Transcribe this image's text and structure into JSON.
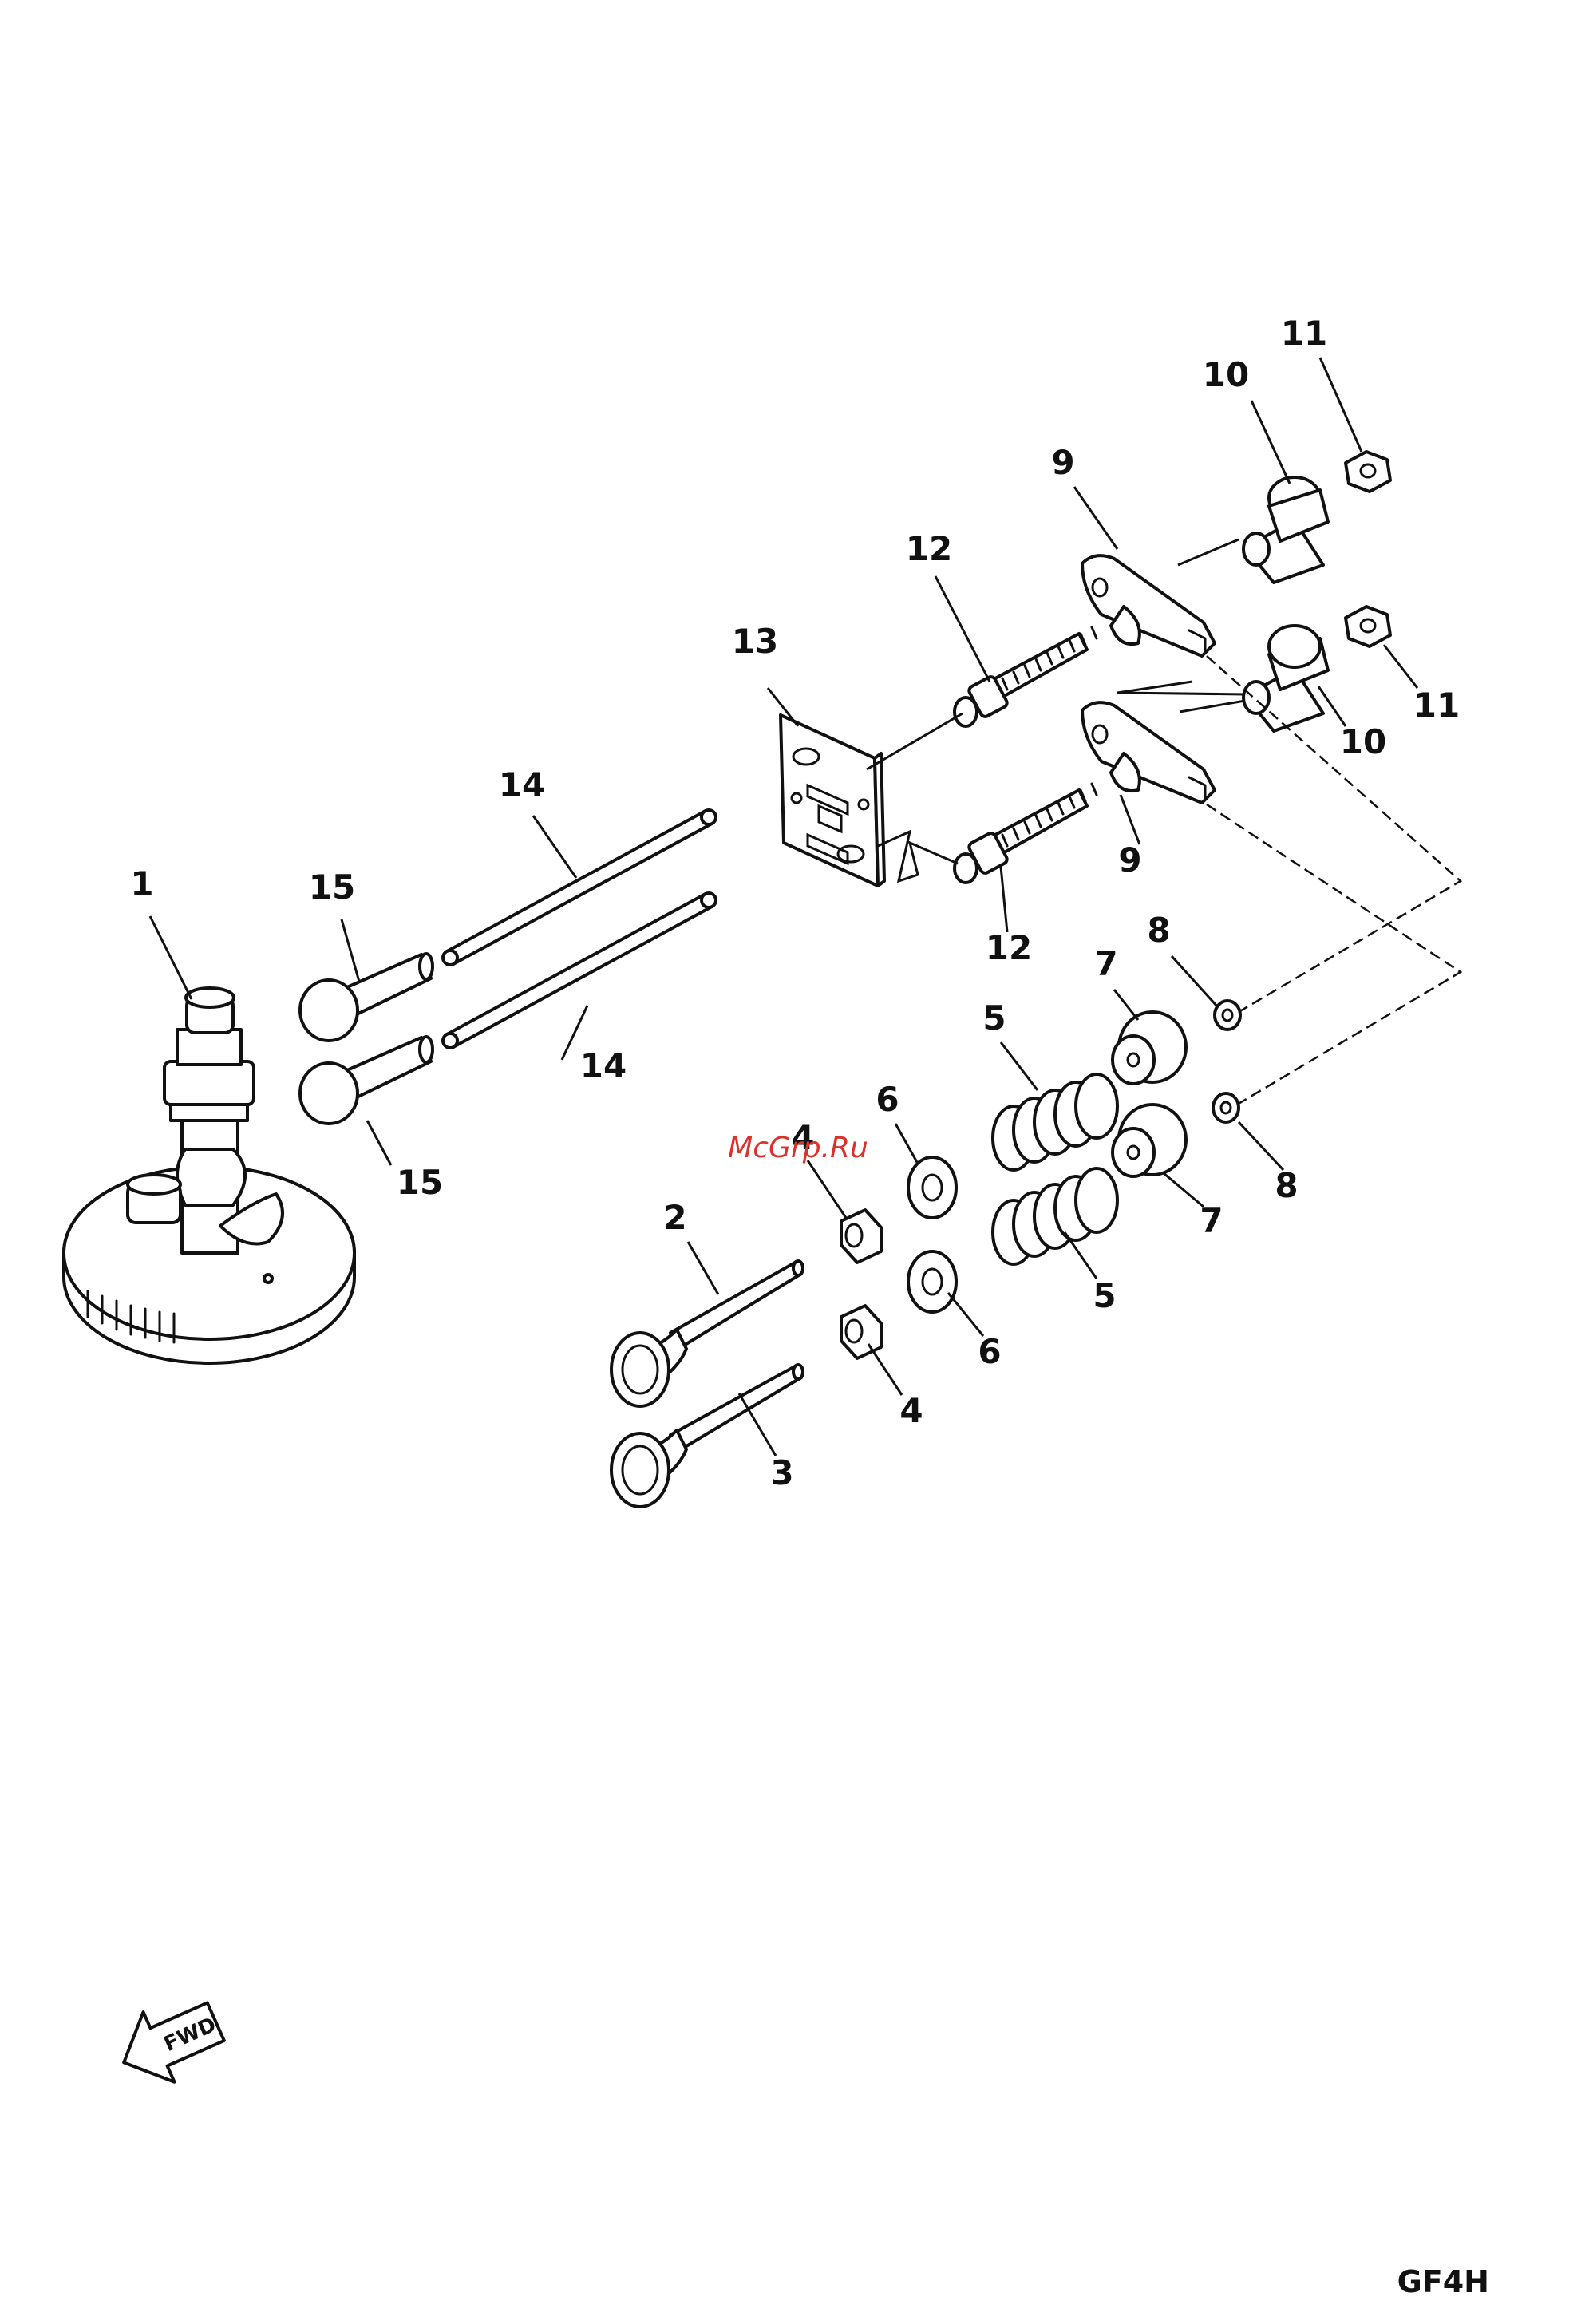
{
  "callouts": {
    "c1": "1",
    "c2": "2",
    "c3": "3",
    "c4a": "4",
    "c4b": "4",
    "c5a": "5",
    "c5b": "5",
    "c6a": "6",
    "c6b": "6",
    "c7a": "7",
    "c7b": "7",
    "c8a": "8",
    "c8b": "8",
    "c9a": "9",
    "c9b": "9",
    "c10a": "10",
    "c10b": "10",
    "c11a": "11",
    "c11b": "11",
    "c12a": "12",
    "c12b": "12",
    "c13": "13",
    "c14a": "14",
    "c14b": "14",
    "c15a": "15",
    "c15b": "15"
  },
  "watermark": "McGrp.Ru",
  "direction_label": "FWD",
  "diagram_code": "GF4H",
  "colors": {
    "ink": "#111111",
    "watermark": "#d8332c",
    "paper": "#ffffff"
  }
}
